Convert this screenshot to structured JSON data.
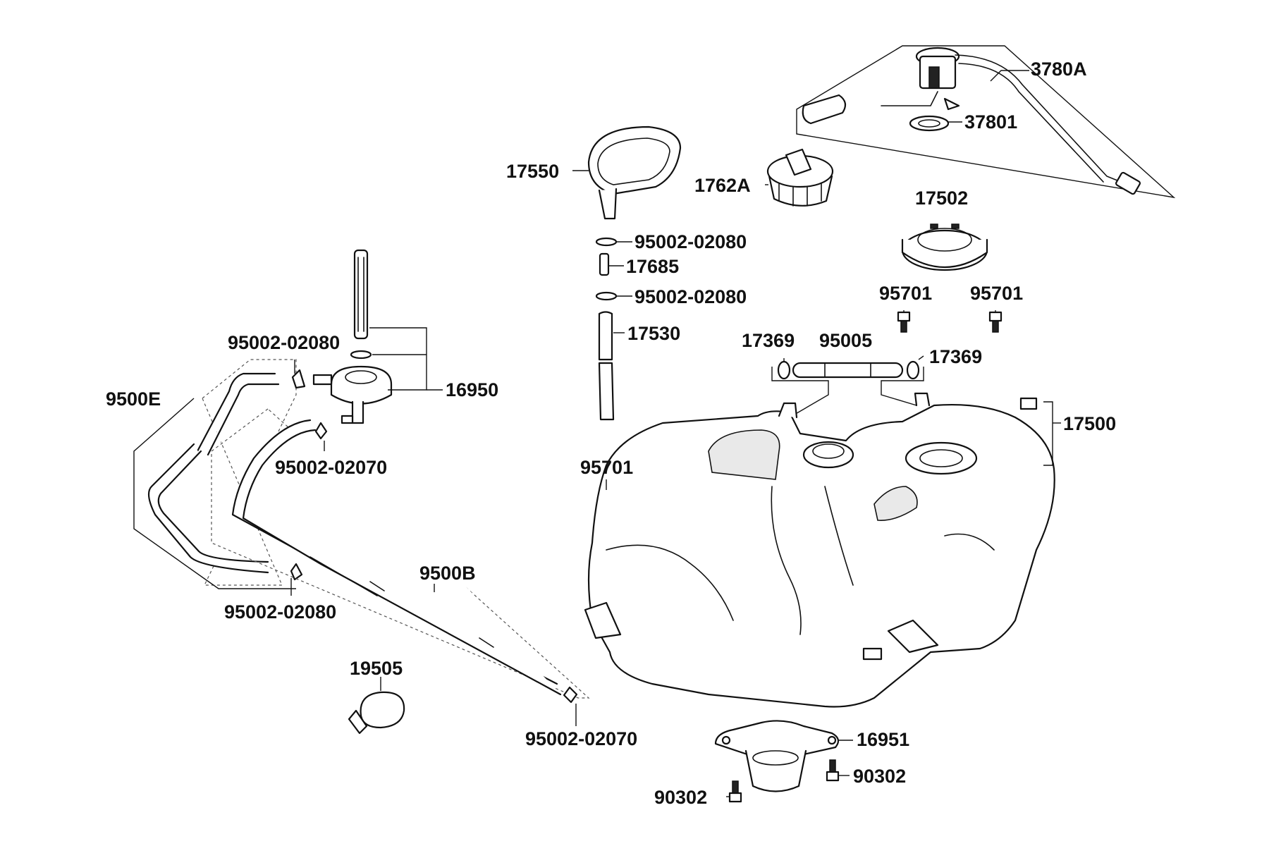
{
  "labels": {
    "p3780A": "3780A",
    "p37801": "37801",
    "p17550": "17550",
    "p1762A": "1762A",
    "p17502": "17502",
    "p95002_02080_a": "95002-02080",
    "p17685": "17685",
    "p95002_02080_b": "95002-02080",
    "p95701_a": "95701",
    "p95701_b": "95701",
    "p17530": "17530",
    "p17369_a": "17369",
    "p95005": "95005",
    "p17369_b": "17369",
    "p95002_02080_c": "95002-02080",
    "p16950": "16950",
    "p9500E": "9500E",
    "p17500": "17500",
    "p95002_02070_a": "95002-02070",
    "p95701_c": "95701",
    "p9500B": "9500B",
    "p95002_02080_d": "95002-02080",
    "p19505": "19505",
    "p95002_02070_b": "95002-02070",
    "p16951": "16951",
    "p90302_a": "90302",
    "p90302_b": "90302"
  }
}
